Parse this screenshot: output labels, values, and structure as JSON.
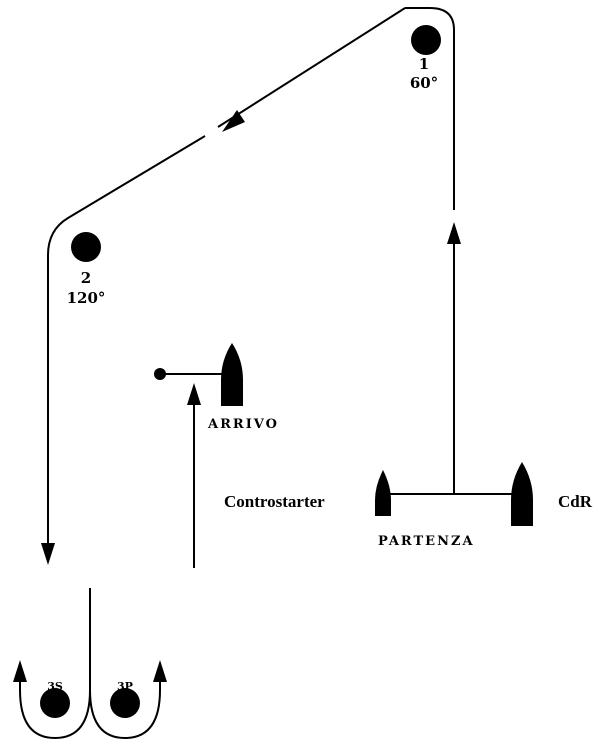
{
  "marks": {
    "mark1": {
      "number": "1",
      "angle": "60°"
    },
    "mark2": {
      "number": "2",
      "angle": "120°"
    },
    "gate_starboard": "3S",
    "gate_port": "3P"
  },
  "labels": {
    "finish": "ARRIVO",
    "start": "PARTENZA",
    "pin_boat": "Controstarter",
    "committee_boat": "CdR"
  },
  "colors": {
    "ink": "#000000",
    "background": "#ffffff"
  }
}
